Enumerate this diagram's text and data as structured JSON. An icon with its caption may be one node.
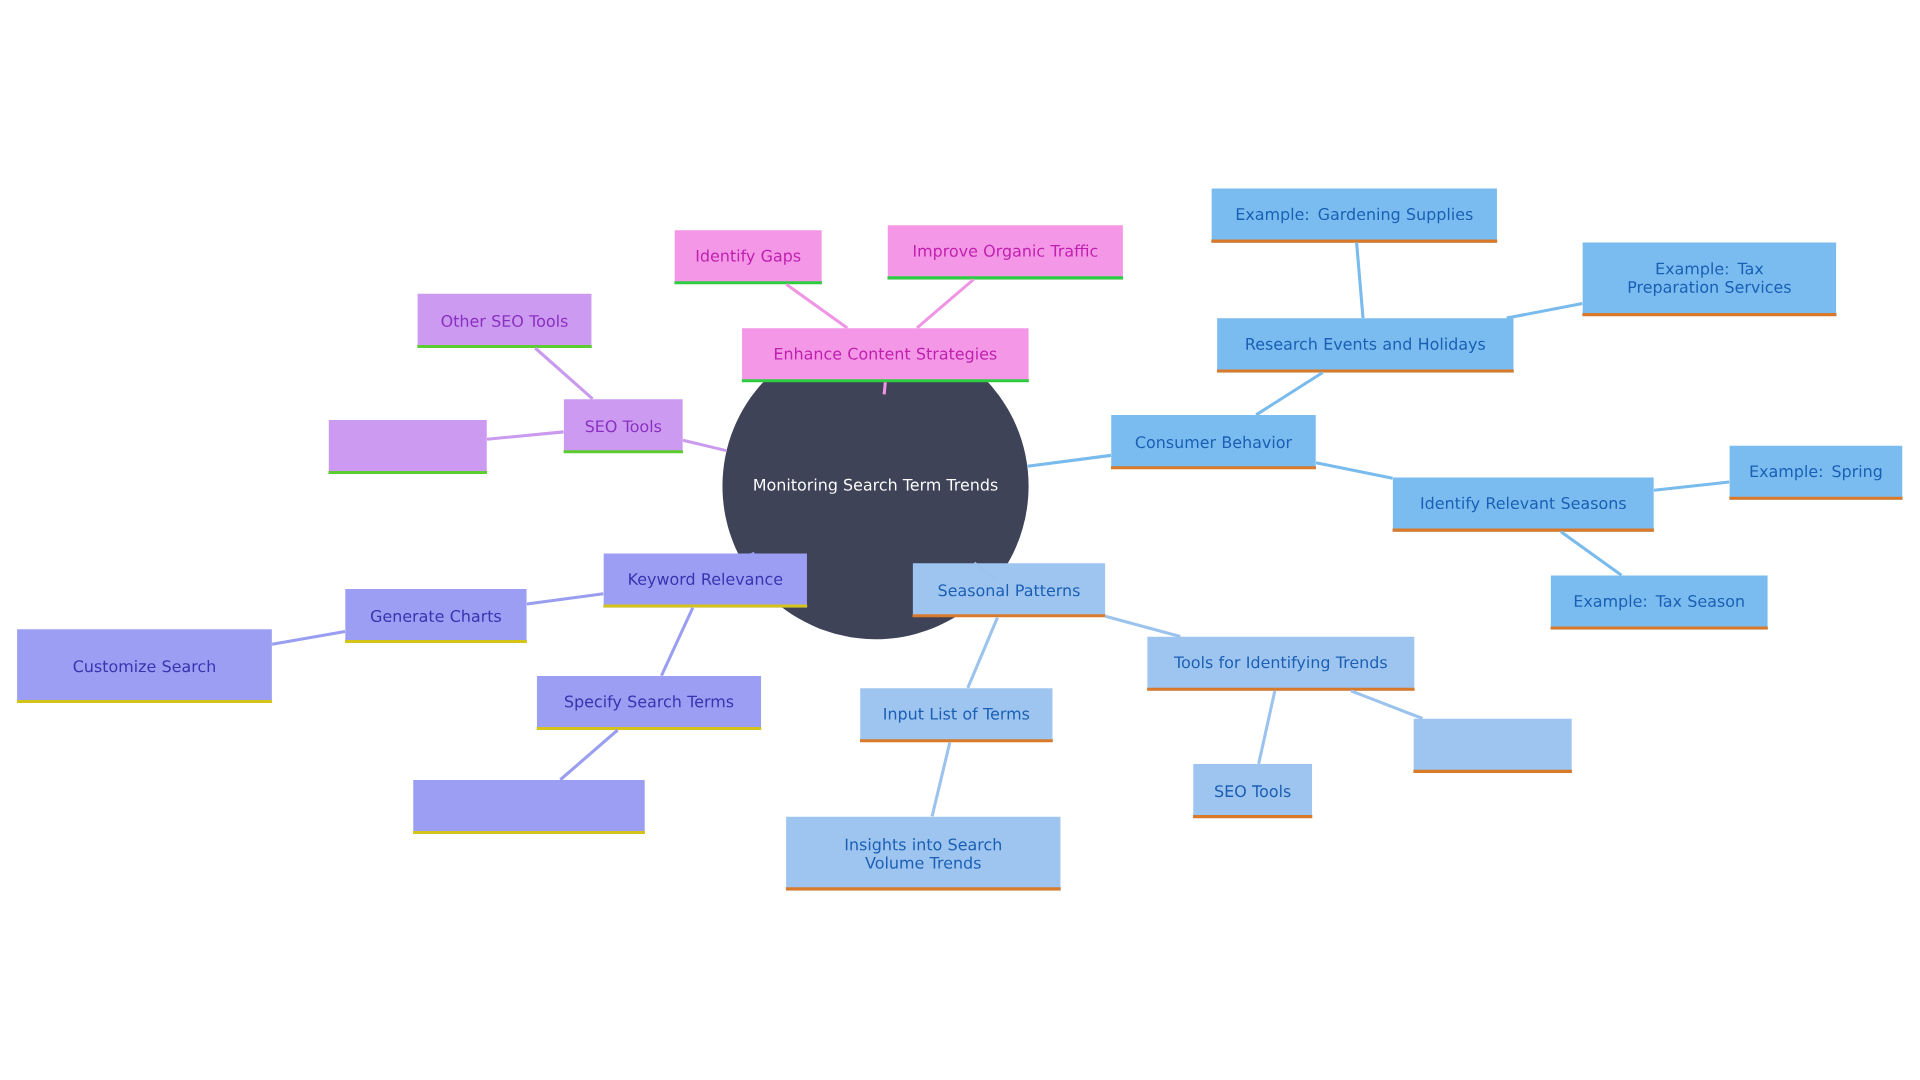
{
  "diagram": {
    "nodes": [
      {
        "text": [
          "Monitoring Search Term Trends"
        ]
      },
      {
        "text": [
          "Enhance Content Strategies"
        ]
      },
      {
        "text": [
          "Identify Gaps"
        ]
      },
      {
        "text": [
          "Improve Organic Traffic"
        ]
      },
      {
        "text": [
          "SEO Tools"
        ]
      },
      {
        "text": [
          "Other SEO Tools"
        ]
      },
      {
        "text": [],
        "shape": "box"
      },
      {
        "text": [
          "Keyword Relevance"
        ]
      },
      {
        "text": [
          "Generate Charts"
        ]
      },
      {
        "text": [
          "Customize Search"
        ]
      },
      {
        "text": [
          "Specify Search Terms"
        ]
      },
      {
        "text": [],
        "shape": "box"
      },
      {
        "text": [
          "Seasonal Patterns"
        ]
      },
      {
        "text": [
          "Input List of Terms"
        ]
      },
      {
        "text": [
          "Insights into Search Volume Trends"
        ]
      },
      {
        "text": [
          "Tools for Identifying Trends"
        ]
      },
      {
        "text": [
          "SEO Tools"
        ]
      },
      {
        "text": [],
        "shape": "box"
      },
      {
        "text": [
          "Consumer Behavior"
        ]
      },
      {
        "text": [
          "Research Events and Holidays"
        ]
      },
      {
        "text": [
          "Example: Gardening Supplies"
        ]
      },
      {
        "text": [
          "Example: Tax Preparation Services"
        ]
      },
      {
        "text": [
          "Identify Relevant Seasons"
        ]
      },
      {
        "text": [
          "Example: Spring"
        ]
      },
      {
        "text": [
          "Example: Tax Season"
        ]
      }
    ],
    "edges": [
      {
        "from": 0,
        "to": 1,
        "arrow": "none",
        "color": "#f095e4"
      },
      {
        "from": 1,
        "to": 2,
        "arrow": "none",
        "color": "#f095e4"
      },
      {
        "from": 1,
        "to": 3,
        "arrow": "none",
        "color": "#f095e4"
      },
      {
        "from": 0,
        "to": 4,
        "arrow": "none",
        "color": "#c99aee"
      },
      {
        "from": 4,
        "to": 5,
        "arrow": "none",
        "color": "#c99aee"
      },
      {
        "from": 4,
        "to": 6,
        "arrow": "none",
        "color": "#c99aee"
      },
      {
        "from": 0,
        "to": 7,
        "arrow": "none",
        "color": "#9a9ef0"
      },
      {
        "from": 7,
        "to": 8,
        "arrow": "none",
        "color": "#9a9ef0"
      },
      {
        "from": 8,
        "to": 9,
        "arrow": "none",
        "color": "#9a9ef0"
      },
      {
        "from": 7,
        "to": 10,
        "arrow": "none",
        "color": "#9a9ef0"
      },
      {
        "from": 10,
        "to": 11,
        "arrow": "none",
        "color": "#9a9ef0"
      },
      {
        "from": 0,
        "to": 12,
        "arrow": "none",
        "color": "#9cc3ee"
      },
      {
        "from": 12,
        "to": 13,
        "arrow": "none",
        "color": "#9cc3ee"
      },
      {
        "from": 13,
        "to": 14,
        "arrow": "none",
        "color": "#9cc3ee"
      },
      {
        "from": 12,
        "to": 15,
        "arrow": "none",
        "color": "#9cc3ee"
      },
      {
        "from": 15,
        "to": 16,
        "arrow": "none",
        "color": "#9cc3ee"
      },
      {
        "from": 15,
        "to": 17,
        "arrow": "none",
        "color": "#9cc3ee"
      },
      {
        "from": 0,
        "to": 18,
        "arrow": "none",
        "color": "#78bbec"
      },
      {
        "from": 18,
        "to": 19,
        "arrow": "none",
        "color": "#78bbec"
      },
      {
        "from": 19,
        "to": 20,
        "arrow": "none",
        "color": "#78bbec"
      },
      {
        "from": 19,
        "to": 21,
        "arrow": "none",
        "color": "#78bbec"
      },
      {
        "from": 18,
        "to": 22,
        "arrow": "none",
        "color": "#78bbec"
      },
      {
        "from": 22,
        "to": 23,
        "arrow": "none",
        "color": "#78bbec"
      },
      {
        "from": 22,
        "to": 24,
        "arrow": "none",
        "color": "#78bbec"
      }
    ]
  }
}
